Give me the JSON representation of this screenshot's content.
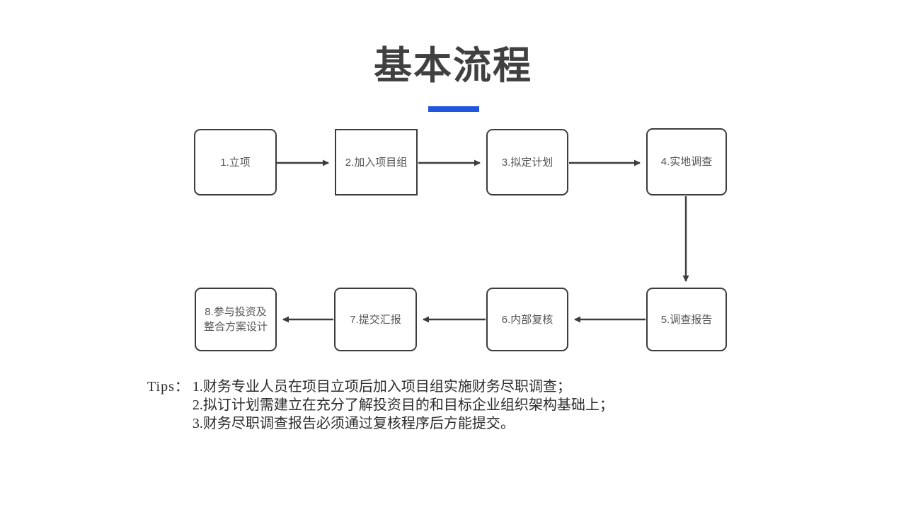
{
  "title": {
    "text": "基本流程",
    "color": "#404040",
    "underline_color": "#1f56dd"
  },
  "flowchart": {
    "box_border_color": "#3c3c3c",
    "box_text_color": "#555555",
    "arrow_color": "#3c3c3c",
    "steps": [
      {
        "id": 1,
        "label": "1.立项",
        "corner": "rounded"
      },
      {
        "id": 2,
        "label": "2.加入项目组",
        "corner": "square"
      },
      {
        "id": 3,
        "label": "3.拟定计划",
        "corner": "rounded"
      },
      {
        "id": 4,
        "label": "4.实地调查",
        "corner": "rounded"
      },
      {
        "id": 5,
        "label": "5.调查报告",
        "corner": "rounded"
      },
      {
        "id": 6,
        "label": "6.内部复核",
        "corner": "rounded"
      },
      {
        "id": 7,
        "label": "7.提交汇报",
        "corner": "rounded"
      },
      {
        "id": 8,
        "label": "8.参与投资及\n整合方案设计",
        "corner": "rounded"
      }
    ],
    "arrows": [
      {
        "from": 1,
        "to": 2,
        "direction": "right"
      },
      {
        "from": 2,
        "to": 3,
        "direction": "right"
      },
      {
        "from": 3,
        "to": 4,
        "direction": "right"
      },
      {
        "from": 4,
        "to": 5,
        "direction": "down"
      },
      {
        "from": 5,
        "to": 6,
        "direction": "left"
      },
      {
        "from": 6,
        "to": 7,
        "direction": "left"
      },
      {
        "from": 7,
        "to": 8,
        "direction": "left"
      }
    ]
  },
  "tips": {
    "label": "Tips：",
    "lines": [
      "1.财务专业人员在项目立项后加入项目组实施财务尽职调查；",
      "2.拟订计划需建立在充分了解投资目的和目标企业组织架构基础上；",
      "3.财务尽职调查报告必须通过复核程序后方能提交。"
    ]
  }
}
